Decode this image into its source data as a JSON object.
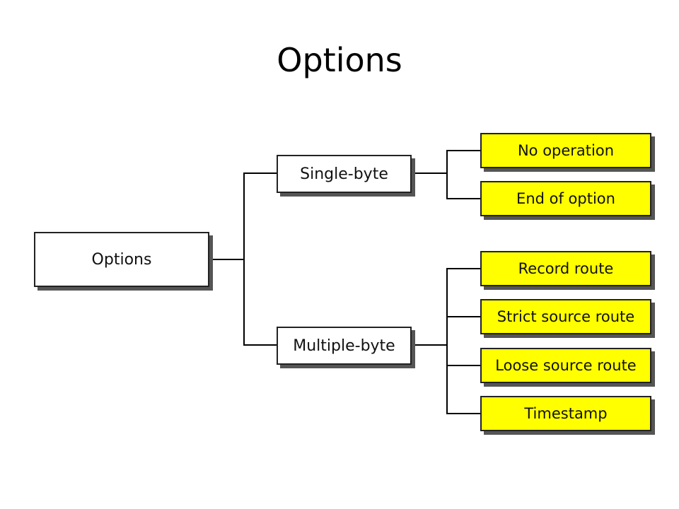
{
  "title": "Options",
  "diagram": {
    "root": "Options",
    "categories": [
      {
        "label": "Single-byte",
        "children": [
          "No operation",
          "End of option"
        ]
      },
      {
        "label": "Multiple-byte",
        "children": [
          "Record route",
          "Strict source route",
          "Loose source route",
          "Timestamp"
        ]
      }
    ],
    "colors": {
      "leaf_fill": "#ffff00",
      "box_fill": "#ffffff",
      "line": "#000000",
      "shadow": "#555555"
    }
  }
}
